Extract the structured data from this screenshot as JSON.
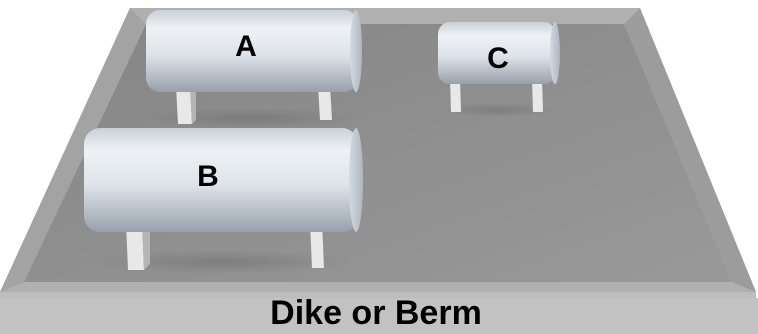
{
  "diagram": {
    "tanks": [
      {
        "id": "A",
        "label": "A"
      },
      {
        "id": "B",
        "label": "B"
      },
      {
        "id": "C",
        "label": "C"
      }
    ],
    "berm_label": "Dike or Berm",
    "colors": {
      "berm_floor": "#8e8e8e",
      "berm_wall_top": "#a9a9a9",
      "berm_wall_side": "#7a7a7a",
      "tank_light": "#e2e7ec",
      "tank_shade": "#9aa3ad",
      "support": "#e6e6e6"
    }
  }
}
